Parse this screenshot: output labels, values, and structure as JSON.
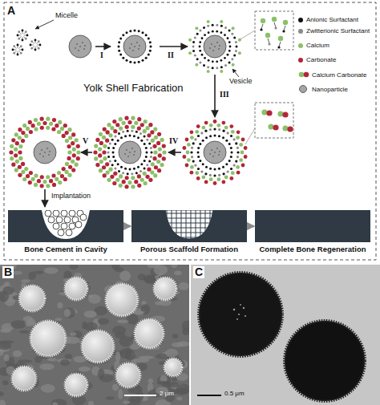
{
  "diagram": {
    "nodes": [
      {
        "text": [
          "Bone Cement in Cavity"
        ]
      },
      {
        "text": [
          "Porous Scaffold Formation"
        ]
      },
      {
        "text": [
          "Complete Bone Regeneration"
        ]
      }
    ],
    "edges": [
      {
        "from": 0,
        "to": 1,
        "arrow": "to"
      },
      {
        "from": 1,
        "to": 2,
        "arrow": "to"
      }
    ],
    "labels": [
      "A",
      "Micelle",
      "I",
      "II",
      "III",
      "IV",
      "V",
      "Vesicle",
      "Yolk Shell Fabrication",
      "Implantation",
      "B",
      "2 μm",
      "C",
      "0.5 μm"
    ],
    "legend": [
      {
        "text": "Anionic Surfactant",
        "color": "#111111"
      },
      {
        "text": "Zwitterionic Surfactant",
        "color": "#8a8a8a"
      },
      {
        "text": "Calcium",
        "color": "#8cc06a"
      },
      {
        "text": "Carbonate",
        "color": "#b3263a"
      },
      {
        "text": "Calcium Carbonate"
      },
      {
        "text": "Nanoparticle"
      }
    ]
  }
}
